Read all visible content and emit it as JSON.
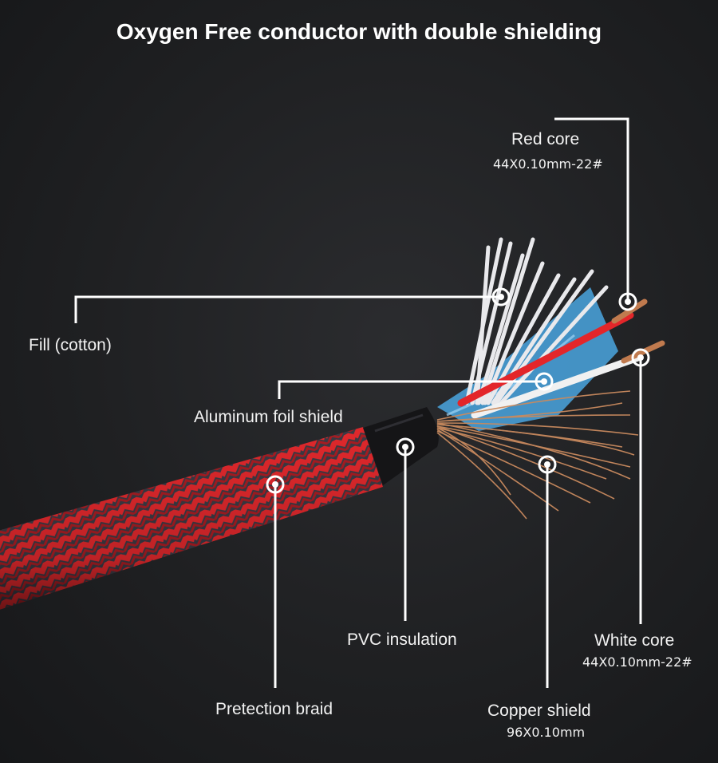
{
  "title": "Oxygen Free conductor with double shielding",
  "labels": {
    "red_core": {
      "name": "Red core",
      "spec": "44X0.10mm-22#"
    },
    "fill": {
      "name": "Fill (cotton)"
    },
    "aluminum": {
      "name": "Aluminum foil shield"
    },
    "pvc": {
      "name": "PVC insulation"
    },
    "white_core": {
      "name": "White core",
      "spec": "44X0.10mm-22#"
    },
    "braid": {
      "name": "Pretection braid"
    },
    "copper": {
      "name": "Copper shield",
      "spec": "96X0.10mm"
    }
  },
  "colors": {
    "braid_red": "#d8262a",
    "braid_dark": "#3a3a44",
    "copper": "#c98a5e",
    "leader": "#ffffff"
  }
}
